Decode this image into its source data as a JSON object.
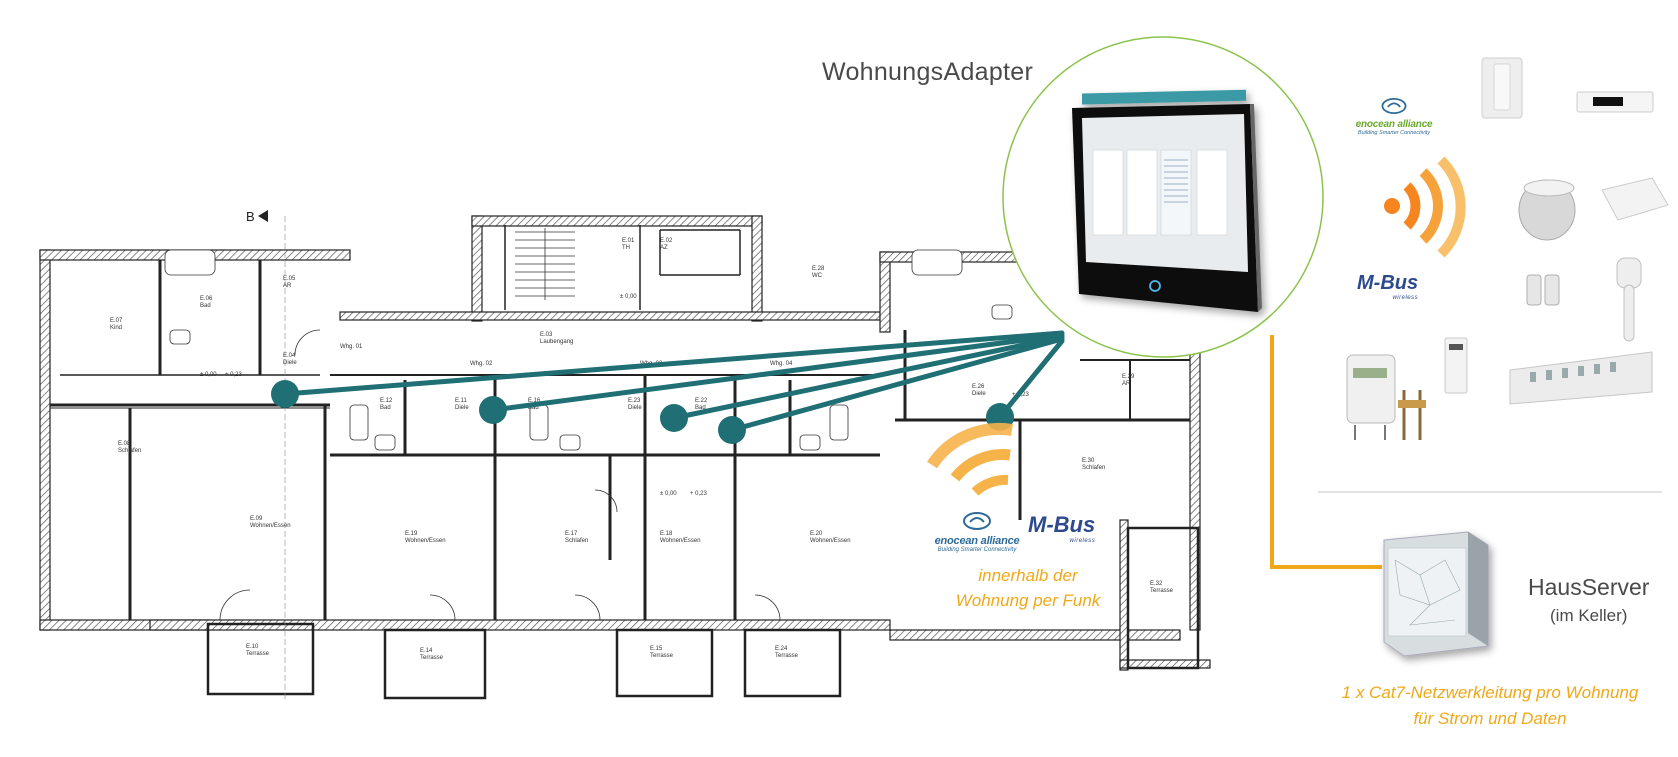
{
  "adapter": {
    "title": "WohnungsAdapter"
  },
  "radio": {
    "text_line1": "innerhalb der",
    "text_line2": "Wohnung per Funk"
  },
  "server": {
    "title": "HausServer",
    "subtitle": "(im Keller)"
  },
  "cable": {
    "text_line1": "1 x Cat7-Netzwerkleitung pro Wohnung",
    "text_line2": "für Strom und Daten"
  },
  "logos": {
    "enocean_name": "enocean alliance",
    "enocean_tag": "Building Smarter Connectivity",
    "mbus_name": "M-Bus",
    "mbus_sub": "wireless"
  },
  "plan_labels": {
    "section_marker": "B",
    "rooms": [
      {
        "num": "E.07",
        "name": "Kind"
      },
      {
        "num": "E.08",
        "name": "Schlafen"
      },
      {
        "num": "E.09",
        "name": "Wohnen/Essen"
      },
      {
        "num": "E.04",
        "name": "Diele"
      },
      {
        "num": "E.05",
        "name": "AR"
      },
      {
        "num": "E.06",
        "name": "Bad"
      },
      {
        "num": "E.01",
        "name": "TH"
      },
      {
        "num": "E.02",
        "name": "AZ"
      },
      {
        "num": "E.03",
        "name": "Laubengang"
      },
      {
        "num": "E.28",
        "name": "WC"
      },
      {
        "num": "E.12",
        "name": "Bad"
      },
      {
        "num": "E.11",
        "name": "Diele"
      },
      {
        "num": "E.16",
        "name": "Bad"
      },
      {
        "num": "E.23",
        "name": "Diele"
      },
      {
        "num": "E.22",
        "name": "Bad"
      },
      {
        "num": "E.19",
        "name": "Wohnen/Essen"
      },
      {
        "num": "E.17",
        "name": "Schlafen"
      },
      {
        "num": "E.18",
        "name": "Wohnen/Essen"
      },
      {
        "num": "E.20",
        "name": "Wohnen/Essen"
      },
      {
        "num": "E.26",
        "name": "Diele"
      },
      {
        "num": "E.29",
        "name": "AR"
      },
      {
        "num": "E.30",
        "name": "Schlafen"
      },
      {
        "num": "E.32",
        "name": "Terrasse"
      },
      {
        "num": "E.10",
        "name": "Terrasse"
      },
      {
        "num": "E.14",
        "name": "Terrasse"
      },
      {
        "num": "E.15",
        "name": "Terrasse"
      },
      {
        "num": "E.24",
        "name": "Terrasse"
      }
    ],
    "whg": [
      "Whg. 01",
      "Whg. 02",
      "Whg. 03",
      "Whg. 04"
    ],
    "levels": [
      "± 0,00",
      "+ 0,23",
      "± 0,00",
      "± 0,00",
      "+ 0,23",
      "+ 0,23"
    ]
  },
  "colors": {
    "network_line": "#1f6f74",
    "node": "#1f6f74",
    "accent": "#f0a818",
    "orange": "#f6851f",
    "enocean_name": "#6aaa2e",
    "enocean_tag": "#2e6b9a",
    "mbus": "#2e4a8f"
  }
}
